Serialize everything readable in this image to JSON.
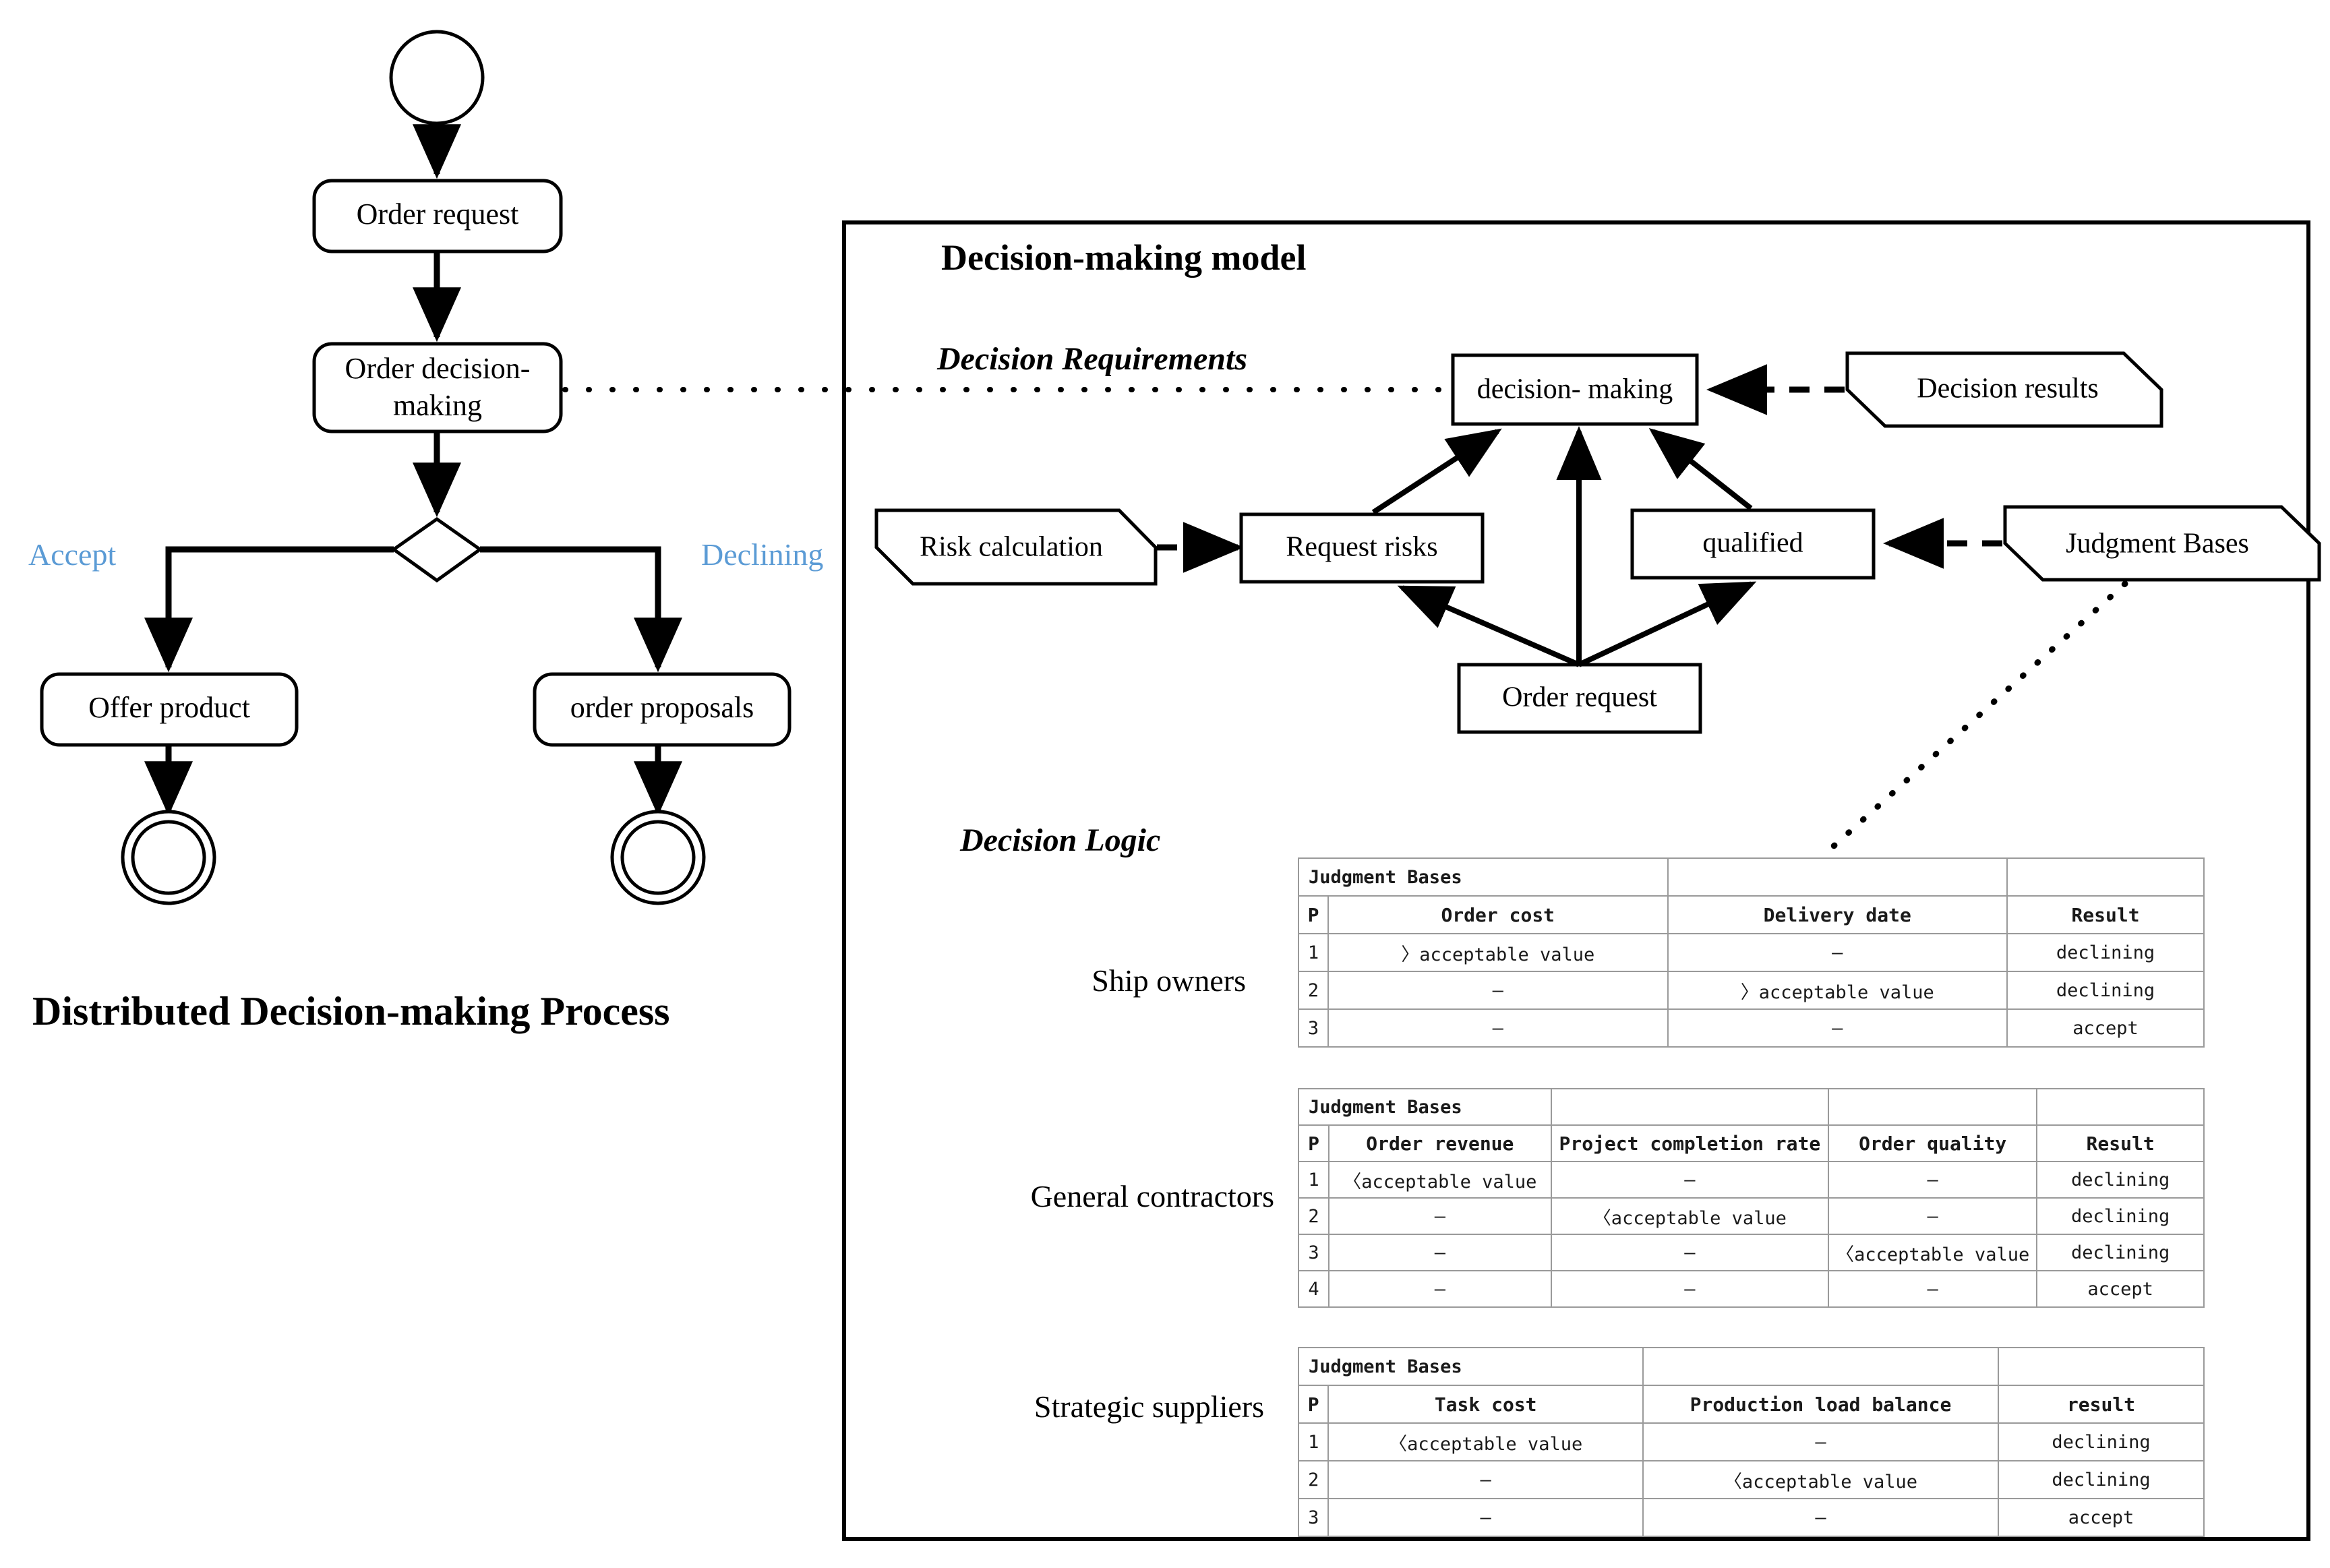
{
  "left_process": {
    "title": "Distributed Decision-making Process",
    "nodes": {
      "start": "start-node",
      "order_request": "Order request",
      "order_decision_making": "Order decision-\nmaking",
      "decision_gateway": "decision-diamond",
      "offer_product": "Offer product",
      "order_proposals": "order proposals",
      "end_left": "end-node-left",
      "end_right": "end-node-right"
    },
    "branch_labels": {
      "accept": "Accept",
      "declining": "Declining"
    },
    "accent_color": "#5B9BD5"
  },
  "model": {
    "title": "Decision-making model",
    "requirements_section": "Decision Requirements",
    "logic_section": "Decision Logic",
    "nodes": {
      "decision_making": "decision- making",
      "decision_results": "Decision results",
      "risk_calculation": "Risk calculation",
      "request_risks": "Request risks",
      "qualified": "qualified",
      "judgment_bases": "Judgment Bases",
      "order_request": "Order request"
    }
  },
  "tables": [
    {
      "row_label": "Ship owners",
      "header_span": "Judgment Bases",
      "columns": [
        "P",
        "Order cost",
        "Delivery date",
        "Result"
      ],
      "rows": [
        [
          "1",
          "〉acceptable value",
          "–",
          "declining"
        ],
        [
          "2",
          "–",
          "〉acceptable value",
          "declining"
        ],
        [
          "3",
          "–",
          "–",
          "accept"
        ]
      ]
    },
    {
      "row_label": "General contractors",
      "header_span": "Judgment Bases",
      "columns": [
        "P",
        "Order revenue",
        "Project completion rate",
        "Order quality",
        "Result"
      ],
      "rows": [
        [
          "1",
          "〈acceptable value",
          "–",
          "–",
          "declining"
        ],
        [
          "2",
          "–",
          "〈acceptable value",
          "–",
          "declining"
        ],
        [
          "3",
          "–",
          "–",
          "〈acceptable value",
          "declining"
        ],
        [
          "4",
          "–",
          "–",
          "–",
          "accept"
        ]
      ]
    },
    {
      "row_label": "Strategic suppliers",
      "header_span": "Judgment Bases",
      "columns": [
        "P",
        "Task cost",
        "Production load balance",
        "result"
      ],
      "rows": [
        [
          "1",
          "〈acceptable value",
          "–",
          "declining"
        ],
        [
          "2",
          "–",
          "〈acceptable value",
          "declining"
        ],
        [
          "3",
          "–",
          "–",
          "accept"
        ]
      ]
    }
  ]
}
